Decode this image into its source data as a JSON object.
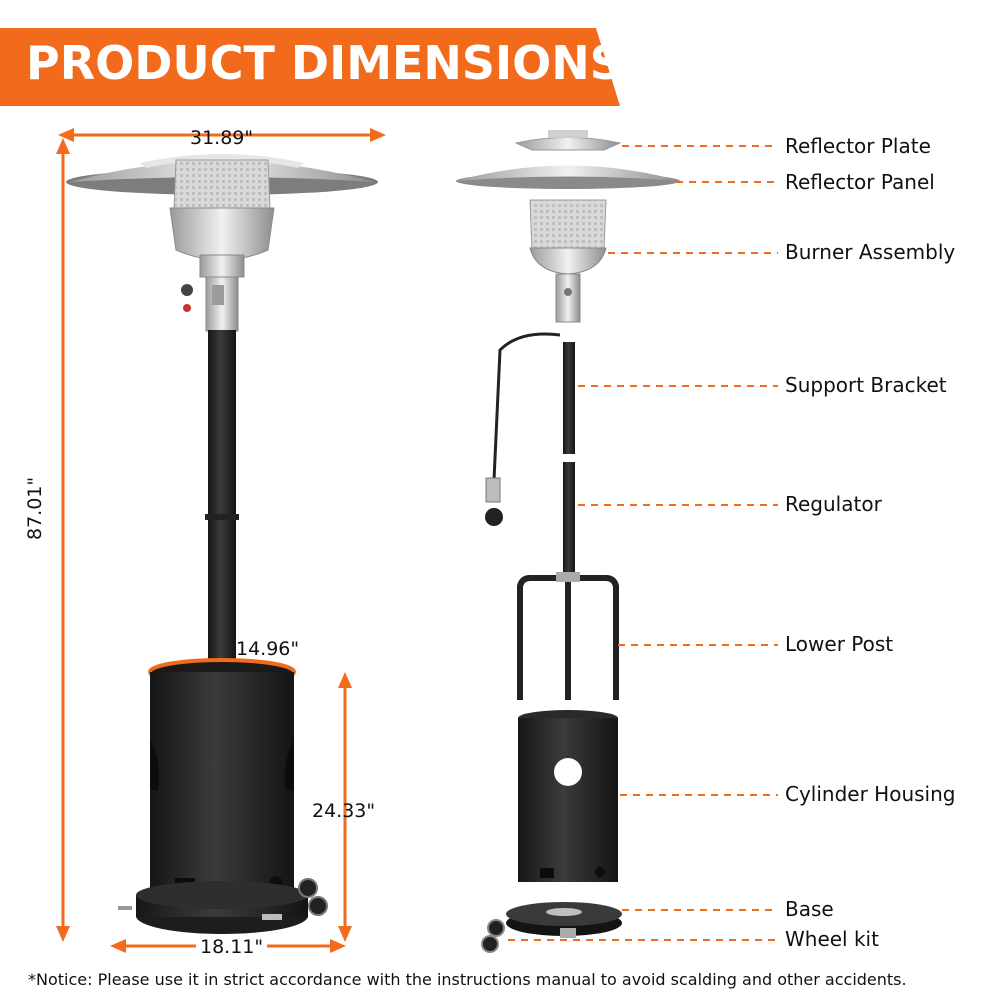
{
  "banner": {
    "title": "PRODUCT DIMENSIONS",
    "color": "#f26a1b"
  },
  "dimensions": {
    "top_width": "31.89\"",
    "height": "87.01\"",
    "housing_width": "14.96\"",
    "housing_height": "24.33\"",
    "base_width": "18.11\""
  },
  "parts": [
    "Reflector Plate",
    "Reflector Panel",
    "Burner Assembly",
    "Support Bracket",
    "Regulator",
    "Lower Post",
    "Cylinder Housing",
    "Base",
    "Wheel kit"
  ],
  "notice": "*Notice: Please use it in strict accordance with the instructions manual to avoid scalding and other accidents.",
  "colors": {
    "accent": "#f26a1b",
    "body": "#2a2a2a",
    "steel": "#c9c9c9"
  }
}
